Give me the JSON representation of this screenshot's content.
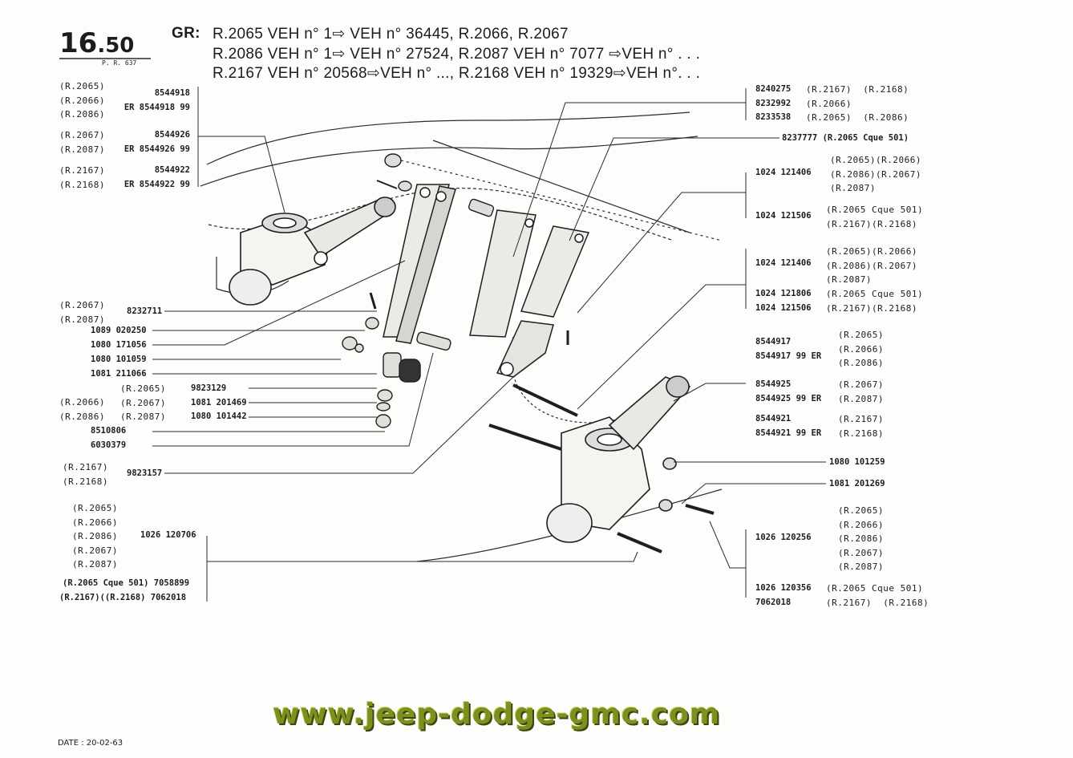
{
  "page": {
    "section_major": "16",
    "section_minor": ".50",
    "pr_ref": "P. R. 637",
    "date": "DATE : 20-02-63",
    "website": "www.jeep-dodge-gmc.com"
  },
  "header": {
    "gr_label": "GR:",
    "line1": "R.2065 VEH n° 1⇨ VEH n° 36445, R.2066, R.2067",
    "line2": "R.2086 VEH n° 1⇨ VEH n° 27524, R.2087 VEH n° 7077 ⇨VEH n° . . .",
    "line3": "R.2167 VEH n° 20568⇨VEH n° ..., R.2168 VEH n° 19329⇨VEH n°. . ."
  },
  "left": {
    "g1_models": "(R.2065)\n(R.2066)\n(R.2086)",
    "g1_parts": "8544918\nER 8544918 99",
    "g2_models": "(R.2067)\n(R.2087)",
    "g2_parts": "8544926\nER 8544926 99",
    "g3_models": "(R.2167)\n(R.2168)",
    "g3_parts": "8544922\nER 8544922 99",
    "g4_models": "(R.2067)\n(R.2087)",
    "g4_part": "8232711",
    "p_1089": "1089 020250",
    "p_1080a": "1080 171056",
    "p_1080b": "1080 101059",
    "p_1081a": "1081 211066",
    "g5_models_a": "(R.2066)\n(R.2086)",
    "g5_models_b": "(R.2065)\n(R.2067)\n(R.2087)",
    "g5_parts": "9823129\n1081 201469\n1080 101442",
    "p_8510": "8510806",
    "p_6030": "6030379",
    "g6_models": "(R.2167)\n(R.2168)",
    "g6_part": "9823157",
    "g7_models": "(R.2065)\n(R.2066)\n(R.2086)\n(R.2067)\n(R.2087)",
    "g7_part": "1026 120706",
    "g8_line1": "(R.2065 Cque 501) 7058899",
    "g8_line2": "(R.2167)((R.2168) 7062018"
  },
  "right": {
    "r1_parts": "8240275\n8232992\n8233538",
    "r1_models": "(R.2167)  (R.2168)\n(R.2066)\n(R.2065)  (R.2086)",
    "r2": "8237777  (R.2065 Cque 501)",
    "r3_part": "1024 121406",
    "r3_models": "(R.2065)(R.2066)\n(R.2086)(R.2067)\n(R.2087)",
    "r4_part": "1024 121506",
    "r4_models": "(R.2065 Cque 501)\n(R.2167)(R.2168)",
    "r5_part": "1024 121406",
    "r5_models": "(R.2065)(R.2066)\n(R.2086)(R.2067)\n(R.2087)",
    "r6_parts": "1024 121806\n1024 121506",
    "r6_models": "(R.2065 Cque 501)\n(R.2167)(R.2168)",
    "r7_parts": "8544917\n8544917 99 ER",
    "r7_models": "(R.2065)\n(R.2066)\n(R.2086)",
    "r8_parts": "8544925\n8544925 99 ER",
    "r8_models": "(R.2067)\n(R.2087)",
    "r9_parts": "8544921\n8544921 99 ER",
    "r9_models": "(R.2167)\n(R.2168)",
    "r10": "1080 101259",
    "r11": "1081 201269",
    "r12_part": "1026 120256",
    "r12_models": "(R.2065)\n(R.2066)\n(R.2086)\n(R.2067)\n(R.2087)",
    "r13_parts": "1026 120356\n7062018",
    "r13_models": "(R.2065 Cque 501)\n(R.2167)  (R.2168)"
  }
}
